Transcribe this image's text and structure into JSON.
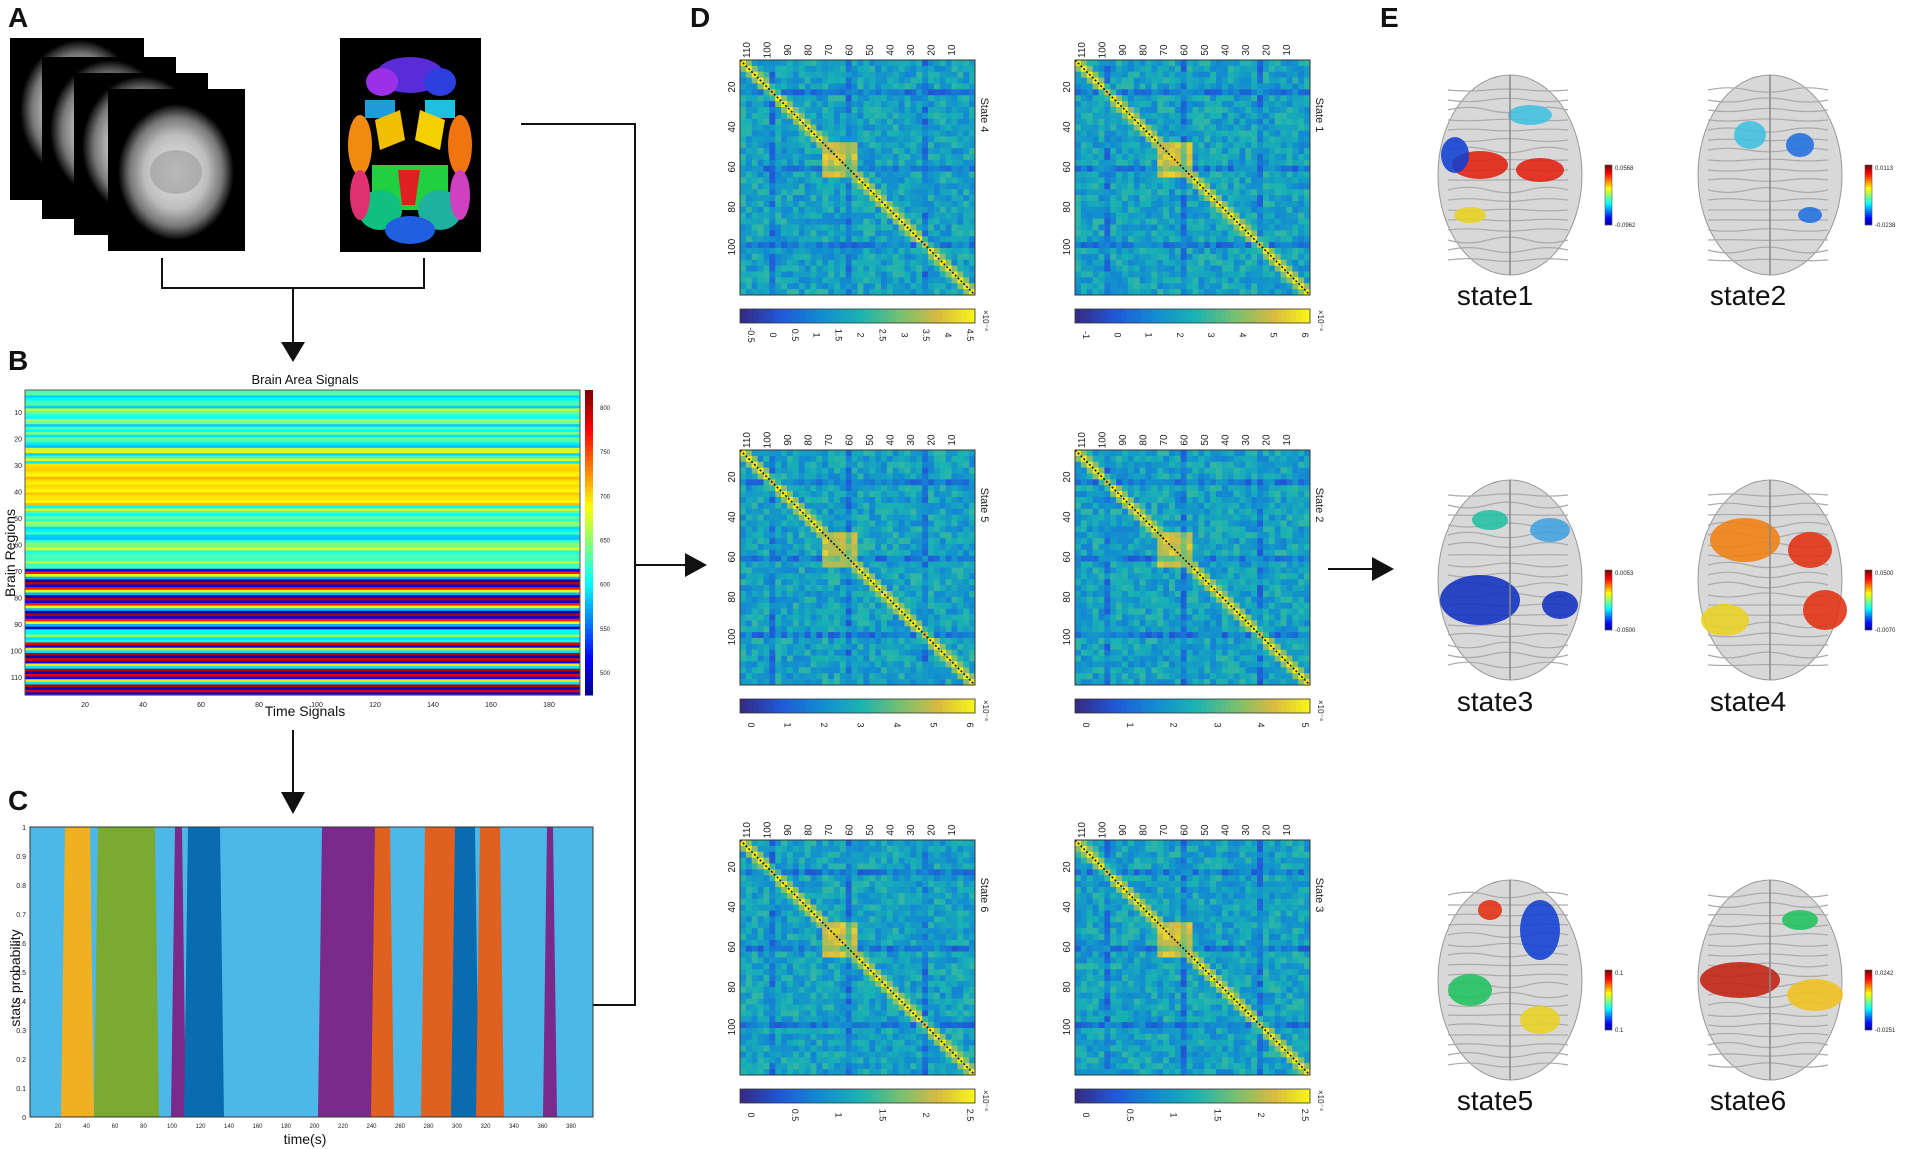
{
  "panels": {
    "a": "A",
    "b": "B",
    "c": "C",
    "d": "D",
    "e": "E"
  },
  "panel_b": {
    "title": "Brain Area Signals",
    "xlabel": "Time Signals",
    "ylabel": "Brain Regions",
    "y_ticks": [
      "10",
      "20",
      "30",
      "40",
      "50",
      "60",
      "70",
      "80",
      "90",
      "100",
      "110"
    ],
    "x_ticks": [
      "20",
      "40",
      "60",
      "80",
      "100",
      "120",
      "140",
      "160",
      "180"
    ],
    "colorbar_ticks": [
      "800",
      "750",
      "700",
      "650",
      "600",
      "550",
      "500"
    ]
  },
  "panel_c": {
    "xlabel": "time(s)",
    "ylabel": "stats probability",
    "y_ticks": [
      "0",
      "0.1",
      "0.2",
      "0.3",
      "0.4",
      "0.5",
      "0.6",
      "0.7",
      "0.8",
      "0.9",
      "1"
    ],
    "x_ticks": [
      "20",
      "40",
      "60",
      "80",
      "100",
      "120",
      "140",
      "160",
      "180",
      "200",
      "220",
      "240",
      "260",
      "280",
      "300",
      "320",
      "340",
      "360",
      "380"
    ]
  },
  "panel_d": {
    "top_ticks": [
      "110",
      "100",
      "90",
      "80",
      "70",
      "60",
      "50",
      "40",
      "30",
      "20",
      "10"
    ],
    "side_ticks": [
      "20",
      "40",
      "60",
      "80",
      "100"
    ],
    "matrices": [
      {
        "label": "State 4",
        "cbar_ticks": [
          "-0.5",
          "0",
          "0.5",
          "1",
          "1.5",
          "2",
          "2.5",
          "3",
          "3.5",
          "4",
          "4.5"
        ],
        "exp": "×10⁻⁴"
      },
      {
        "label": "State 1",
        "cbar_ticks": [
          "-1",
          "0",
          "1",
          "2",
          "3",
          "4",
          "5",
          "6"
        ],
        "exp": "×10⁻⁴"
      },
      {
        "label": "State 5",
        "cbar_ticks": [
          "0",
          "1",
          "2",
          "3",
          "4",
          "5",
          "6"
        ],
        "exp": "×10⁻⁴"
      },
      {
        "label": "State 2",
        "cbar_ticks": [
          "0",
          "1",
          "2",
          "3",
          "4",
          "5"
        ],
        "exp": "×10⁻⁴"
      },
      {
        "label": "State 6",
        "cbar_ticks": [
          "0",
          "0.5",
          "1",
          "1.5",
          "2",
          "2.5"
        ],
        "exp": "×10⁻⁴"
      },
      {
        "label": "State 3",
        "cbar_ticks": [
          "0",
          "0.5",
          "1",
          "1.5",
          "2",
          "2.5"
        ],
        "exp": "×10⁻⁴"
      }
    ]
  },
  "panel_e": {
    "states": [
      {
        "label": "state1",
        "max": "0.0568",
        "min": "-0.0962"
      },
      {
        "label": "state2",
        "max": "0.0113",
        "min": "-0.0238"
      },
      {
        "label": "state3",
        "max": "0.0053",
        "min": "-0.0500"
      },
      {
        "label": "state4",
        "max": "0.0500",
        "min": "-0.0070"
      },
      {
        "label": "state5",
        "max": "0.1",
        "min": "0.1"
      },
      {
        "label": "state6",
        "max": "0.0242",
        "min": "-0.0251"
      }
    ]
  }
}
